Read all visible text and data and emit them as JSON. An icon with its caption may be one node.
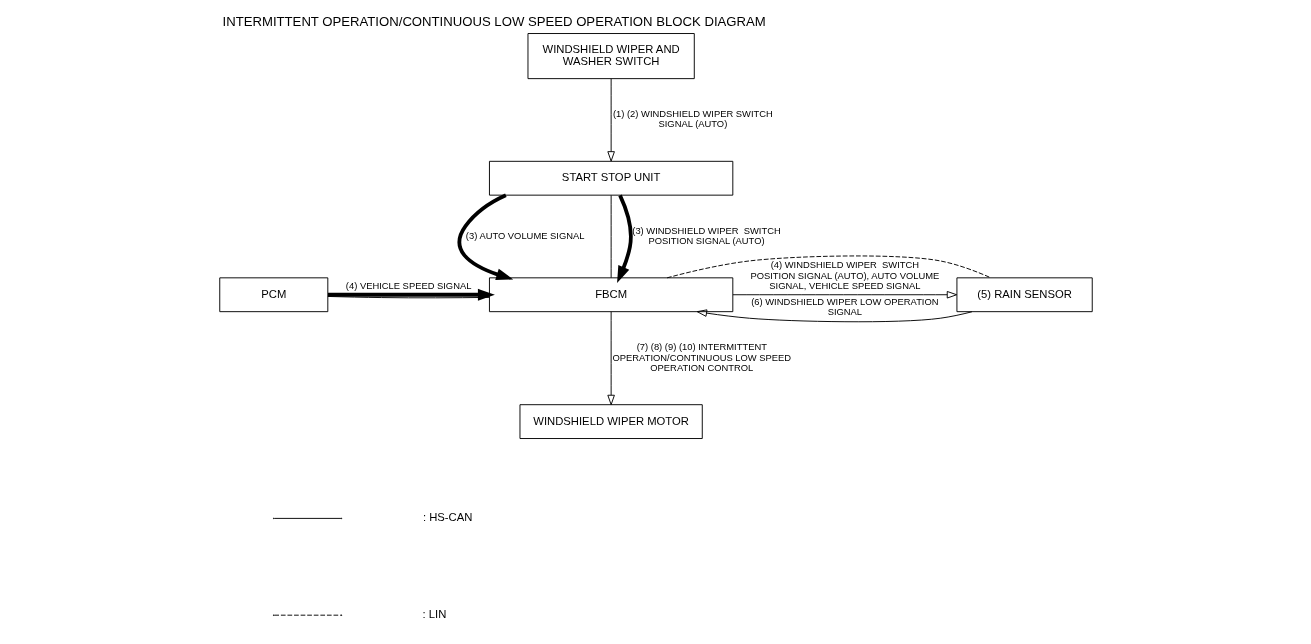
{
  "diagram": {
    "title": "INTERMITTENT OPERATION/CONTINUOUS LOW SPEED OPERATION BLOCK DIAGRAM",
    "nodes": [
      {
        "text": [
          "WINDSHIELD WIPER AND WASHER SWITCH"
        ]
      },
      {
        "text": [
          "START STOP UNIT"
        ]
      },
      {
        "text": [
          "PCM"
        ]
      },
      {
        "text": [
          "FBCM"
        ]
      },
      {
        "text": [
          "(5) RAIN SENSOR"
        ]
      },
      {
        "text": [
          "WINDSHIELD WIPER MOTOR"
        ]
      }
    ],
    "edges": [
      {
        "from": 0,
        "to": 1,
        "arrow": "to",
        "label": "(1) (2) WINDSHIELD WIPER SWITCH SIGNAL (AUTO)"
      },
      {
        "from": 1,
        "to": 3,
        "arrow": "to",
        "style": "thick",
        "label": "(3) AUTO VOLUME SIGNAL"
      },
      {
        "from": 1,
        "to": 3,
        "arrow": "none"
      },
      {
        "from": 1,
        "to": 3,
        "arrow": "to",
        "style": "thick",
        "label": "(3) WINDSHIELD WIPER  SWITCH POSITION SIGNAL (AUTO)"
      },
      {
        "from": 2,
        "to": 3,
        "arrow": "none"
      },
      {
        "from": 2,
        "to": 3,
        "arrow": "to",
        "style": "thick",
        "label": "(4) VEHICLE SPEED SIGNAL"
      },
      {
        "from": 3,
        "to": 4,
        "arrow": "none",
        "style": "dashed"
      },
      {
        "from": 3,
        "to": 4,
        "arrow": "to",
        "label": "(4) WINDSHIELD WIPER  SWITCH POSITION SIGNAL (AUTO), AUTO VOLUME SIGNAL, VEHICLE SPEED SIGNAL"
      },
      {
        "from": 4,
        "to": 3,
        "arrow": "to",
        "label": "(6) WINDSHIELD WIPER LOW OPERATION SIGNAL"
      },
      {
        "from": 3,
        "to": 5,
        "arrow": "to",
        "label": "(7) (8) (9) (10) INTERMITTENT OPERATION/CONTINUOUS LOW SPEED OPERATION CONTROL"
      }
    ],
    "legend": [
      {
        "text": ": HS-CAN"
      },
      {
        "text": ": LIN"
      }
    ]
  }
}
